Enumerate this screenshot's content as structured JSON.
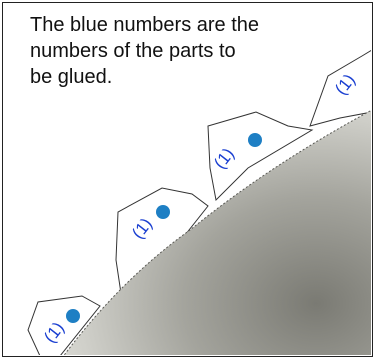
{
  "caption": "The blue numbers are the\nnumbers of the parts to\nbe glued.",
  "part_labels": [
    "(1)",
    "(1)",
    "(1)",
    "(1)"
  ],
  "colors": {
    "label_blue": "#1a3fd1",
    "dot_blue": "#1e7fc4",
    "outline": "#333333"
  }
}
